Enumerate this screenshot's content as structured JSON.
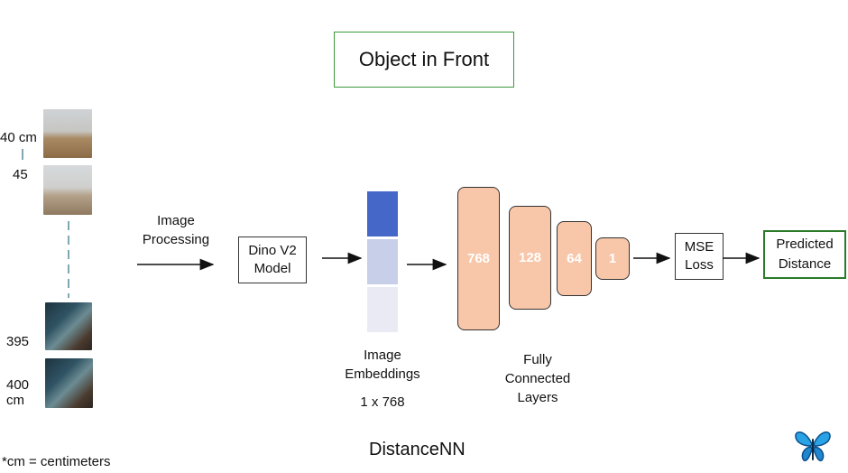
{
  "title": "Object in Front",
  "distances": {
    "first": "40 cm",
    "second": "45",
    "third": "395",
    "fourth": "400 cm"
  },
  "image_processing_label": "Image Processing",
  "dino_model_label": "Dino V2 Model",
  "embeddings_label": "Image Embeddings",
  "embeddings_shape": "1 x 768",
  "layers": [
    "768",
    "128",
    "64",
    "1"
  ],
  "fc_label": "Fully Connected Layers",
  "loss_label": "MSE Loss",
  "output_label": "Predicted Distance",
  "model_name": "DistanceNN",
  "footnote": "*cm = centimeters",
  "logo_icon": "butterfly-icon",
  "colors": {
    "layer_fill": "#f8c6a8",
    "embedding_dark": "#4467c8",
    "embedding_mid": "#c8cfe9",
    "embedding_light": "#e9eaf4",
    "title_border": "#3a9a3a",
    "output_border": "#2a7a2a",
    "dashed_line": "#2a6f80"
  }
}
